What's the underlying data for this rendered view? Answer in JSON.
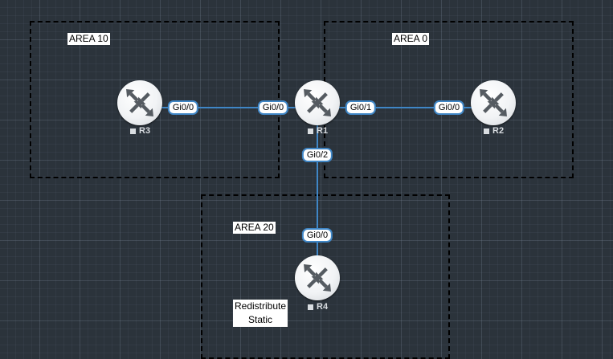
{
  "areas": [
    {
      "id": "area10",
      "label": "AREA 10"
    },
    {
      "id": "area0",
      "label": "AREA 0"
    },
    {
      "id": "area20",
      "label": "AREA 20"
    }
  ],
  "routers": [
    {
      "id": "r1",
      "label": "R1"
    },
    {
      "id": "r2",
      "label": "R2"
    },
    {
      "id": "r3",
      "label": "R3"
    },
    {
      "id": "r4",
      "label": "R4"
    }
  ],
  "links": [
    {
      "from": "R3",
      "to": "R1",
      "from_iface": "Gi0/0",
      "to_iface": "Gi0/0"
    },
    {
      "from": "R1",
      "to": "R2",
      "from_iface": "Gi0/1",
      "to_iface": "Gi0/0"
    },
    {
      "from": "R1",
      "to": "R4",
      "from_iface": "Gi0/2",
      "to_iface": "Gi0/0"
    }
  ],
  "note": {
    "line1": "Redistribute",
    "line2": "Static"
  },
  "colors": {
    "background": "#2b333b",
    "link": "#3f86c6",
    "area_border": "#000000",
    "router_icon": "#555b61"
  }
}
